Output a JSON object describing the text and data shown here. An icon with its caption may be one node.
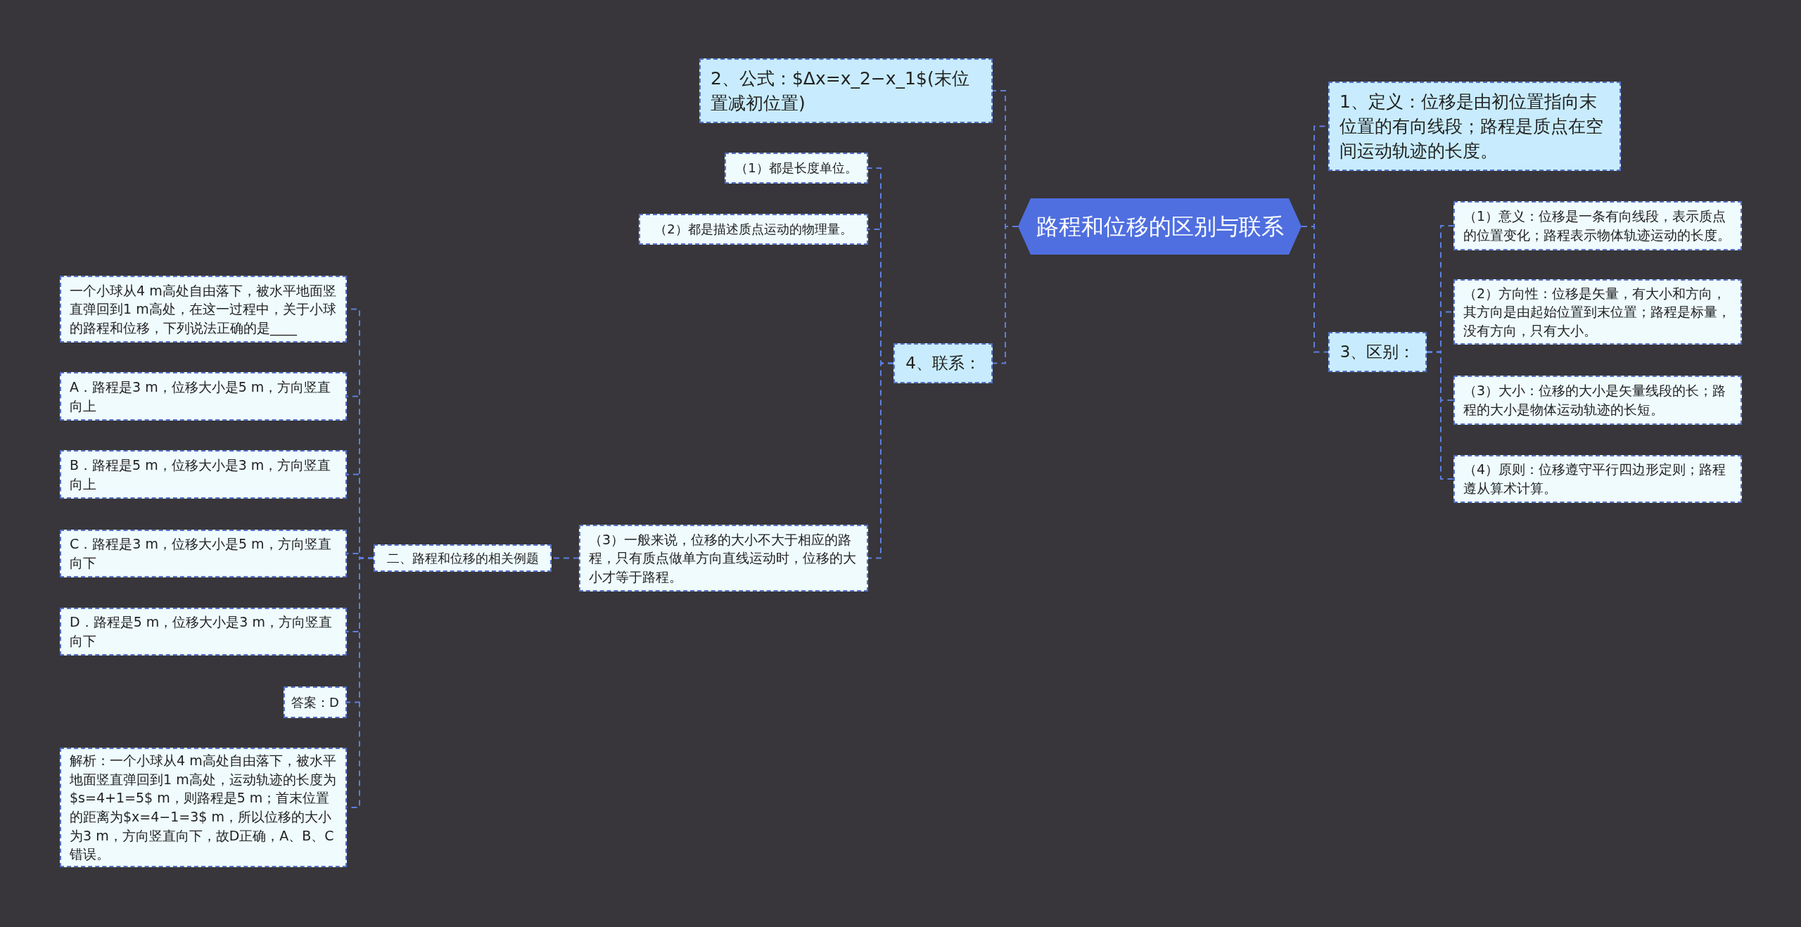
{
  "diagram": {
    "nodes": [
      {
        "text": [
          "路程和位移的区别与联系"
        ]
      },
      {
        "text": [
          "1、定义：位移是由初位置指向末位置的有向线段；路程是质点在空间运动轨迹的长度。"
        ]
      },
      {
        "text": [
          "3、区别："
        ]
      },
      {
        "text": [
          "（1）意义：位移是一条有向线段，表示质点的位置变化；路程表示物体轨迹运动的长度。"
        ]
      },
      {
        "text": [
          "（2）方向性：位移是矢量，有大小和方向，其方向是由起始位置到末位置；路程是标量，没有方向，只有大小。"
        ]
      },
      {
        "text": [
          "（3）大小：位移的大小是矢量线段的长；路程的大小是物体运动轨迹的长短。"
        ]
      },
      {
        "text": [
          "（4）原则：位移遵守平行四边形定则；路程遵从算术计算。"
        ]
      },
      {
        "text": [
          "2、公式：$Δx=x_2−x_1$(末位置减初位置)"
        ]
      },
      {
        "text": [
          "4、联系："
        ]
      },
      {
        "text": [
          "（1）都是长度单位。"
        ]
      },
      {
        "text": [
          "（2）都是描述质点运动的物理量。"
        ]
      },
      {
        "text": [
          "（3）一般来说，位移的大小不大于相应的路程，只有质点做单方向直线运动时，位移的大小才等于路程。"
        ]
      },
      {
        "text": [
          "二、路程和位移的相关例题"
        ]
      },
      {
        "text": [
          "一个小球从4 m高处自由落下，被水平地面竖直弹回到1 m高处，在这一过程中，关于小球的路程和位移，下列说法正确的是____"
        ]
      },
      {
        "text": [
          "A．路程是3 m，位移大小是5 m，方向竖直向上"
        ]
      },
      {
        "text": [
          "B．路程是5 m，位移大小是3 m，方向竖直向上"
        ]
      },
      {
        "text": [
          "C．路程是3 m，位移大小是5 m，方向竖直向下"
        ]
      },
      {
        "text": [
          "D．路程是5 m，位移大小是3 m，方向竖直向下"
        ]
      },
      {
        "text": [
          "答案：D"
        ]
      },
      {
        "text": [
          "解析：一个小球从4 m高处自由落下，被水平地面竖直弹回到1 m高处，运动轨迹的长度为$s=4+1=5$ m，则路程是5 m；首末位置的距离为$x=4−1=3$ m，所以位移的大小为3 m，方向竖直向下，故D正确，A、B、C错误。"
        ]
      }
    ],
    "edges": [
      {
        "from": 0,
        "to": 1,
        "arrow": "none"
      },
      {
        "from": 0,
        "to": 2,
        "arrow": "none"
      },
      {
        "from": 2,
        "to": 3,
        "arrow": "none"
      },
      {
        "from": 2,
        "to": 4,
        "arrow": "none"
      },
      {
        "from": 2,
        "to": 5,
        "arrow": "none"
      },
      {
        "from": 2,
        "to": 6,
        "arrow": "none"
      },
      {
        "from": 0,
        "to": 7,
        "arrow": "none"
      },
      {
        "from": 0,
        "to": 8,
        "arrow": "none"
      },
      {
        "from": 8,
        "to": 9,
        "arrow": "none"
      },
      {
        "from": 8,
        "to": 10,
        "arrow": "none"
      },
      {
        "from": 8,
        "to": 11,
        "arrow": "none"
      },
      {
        "from": 11,
        "to": 12,
        "arrow": "none"
      },
      {
        "from": 12,
        "to": 13,
        "arrow": "none"
      },
      {
        "from": 12,
        "to": 14,
        "arrow": "none"
      },
      {
        "from": 12,
        "to": 15,
        "arrow": "none"
      },
      {
        "from": 12,
        "to": 16,
        "arrow": "none"
      },
      {
        "from": 12,
        "to": 17,
        "arrow": "none"
      },
      {
        "from": 12,
        "to": 18,
        "arrow": "none"
      },
      {
        "from": 12,
        "to": 19,
        "arrow": "none"
      }
    ]
  }
}
